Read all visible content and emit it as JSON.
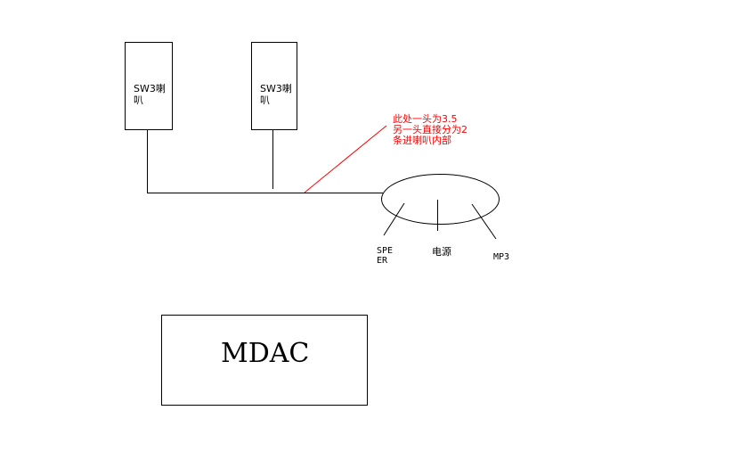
{
  "colors": {
    "line": "#000000",
    "annotation": "#ff0000",
    "background": "#ffffff"
  },
  "speakers": [
    {
      "line1": "SW3喇",
      "line2": "叭"
    },
    {
      "line1": "SW3喇",
      "line2": "叭"
    }
  ],
  "annotation": {
    "line1": "此处一头为3.5",
    "line2": "另一头直接分为2",
    "line3": "条进喇叭内部"
  },
  "hub": {
    "ports": {
      "speaker_line1": "SPE",
      "speaker_line2": "ER",
      "power": "电源",
      "mp3": "MP3"
    }
  },
  "device": {
    "label": "MDAC"
  }
}
